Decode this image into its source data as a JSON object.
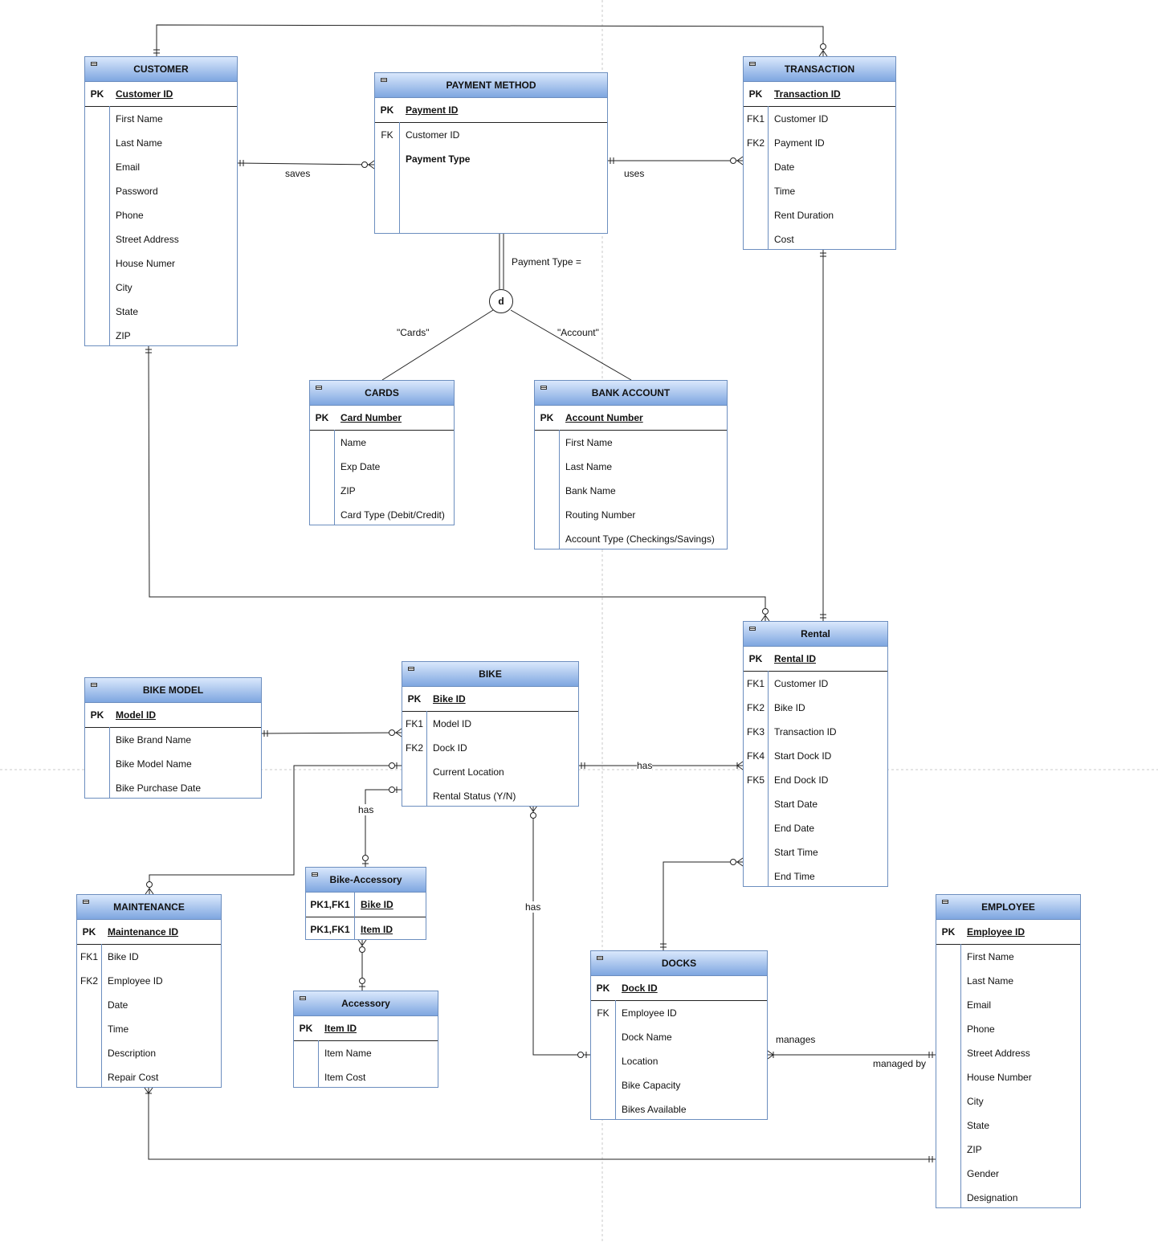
{
  "entities": {
    "customer": {
      "title": "CUSTOMER",
      "pk_label": "PK",
      "pk_name": "Customer ID",
      "attrs": [
        "First Name",
        "Last Name",
        "Email",
        "Password",
        "Phone",
        "Street Address",
        "House Numer",
        "City",
        "State",
        "ZIP"
      ]
    },
    "payment_method": {
      "title": "PAYMENT METHOD",
      "pk_label": "PK",
      "pk_name": "Payment ID",
      "fk_label": "FK",
      "fk_name": "Customer ID",
      "type_attr": "Payment Type"
    },
    "transaction": {
      "title": "TRANSACTION",
      "pk_label": "PK",
      "pk_name": "Transaction ID",
      "keys": [
        "FK1",
        "FK2",
        "",
        "",
        "",
        ""
      ],
      "attrs": [
        "Customer ID",
        "Payment ID",
        "Date",
        "Time",
        "Rent Duration",
        "Cost"
      ]
    },
    "cards": {
      "title": "CARDS",
      "pk_label": "PK",
      "pk_name": "Card Number",
      "attrs": [
        "Name",
        "Exp Date",
        "ZIP",
        "Card Type (Debit/Credit)"
      ]
    },
    "bank_account": {
      "title": "BANK ACCOUNT",
      "pk_label": "PK",
      "pk_name": "Account Number",
      "attrs": [
        "First Name",
        "Last Name",
        "Bank Name",
        "Routing Number",
        "Account Type (Checkings/Savings)"
      ]
    },
    "rental": {
      "title": "Rental",
      "pk_label": "PK",
      "pk_name": "Rental ID",
      "keys": [
        "FK1",
        "FK2",
        "FK3",
        "FK4",
        "FK5",
        "",
        "",
        "",
        ""
      ],
      "attrs": [
        "Customer ID",
        "Bike ID",
        "Transaction ID",
        "Start Dock ID",
        "End Dock ID",
        "Start Date",
        "End Date",
        "Start Time",
        "End Time"
      ]
    },
    "bike_model": {
      "title": "BIKE MODEL",
      "pk_label": "PK",
      "pk_name": "Model ID ",
      "attrs": [
        "Bike Brand Name",
        "Bike Model Name",
        "Bike Purchase Date"
      ]
    },
    "bike": {
      "title": "BIKE",
      "pk_label": "PK",
      "pk_name": "Bike ID ",
      "keys": [
        "FK1",
        "FK2",
        "",
        ""
      ],
      "attrs": [
        "Model ID",
        "Dock ID",
        "Current Location",
        "Rental Status (Y/N)"
      ]
    },
    "bike_accessory": {
      "title": "Bike-Accessory",
      "pk1_label": "PK1,FK1",
      "pk1_name": "Bike ID",
      "pk2_label": "PK1,FK1",
      "pk2_name": "Item ID"
    },
    "accessory": {
      "title": "Accessory",
      "pk_label": "PK",
      "pk_name": "Item ID ",
      "attrs": [
        "Item Name",
        "Item Cost"
      ]
    },
    "maintenance": {
      "title": "MAINTENANCE",
      "pk_label": "PK",
      "pk_name": "Maintenance ID ",
      "keys": [
        "FK1",
        "FK2",
        "",
        "",
        "",
        ""
      ],
      "attrs": [
        "Bike ID",
        "Employee ID",
        "Date",
        "Time",
        "Description",
        "Repair Cost"
      ]
    },
    "docks": {
      "title": "DOCKS",
      "pk_label": "PK",
      "pk_name": "Dock ID ",
      "keys": [
        "FK",
        "",
        "",
        "",
        ""
      ],
      "attrs": [
        "Employee ID",
        "Dock Name",
        "Location",
        "Bike Capacity",
        "Bikes Available"
      ]
    },
    "employee": {
      "title": "EMPLOYEE",
      "pk_label": "PK",
      "pk_name": "Employee ID",
      "attrs": [
        "First Name",
        "Last Name",
        "Email",
        "Phone",
        "Street Address",
        "House Number",
        "City",
        "State",
        "ZIP",
        "Gender",
        "Designation"
      ]
    }
  },
  "labels": {
    "saves": "saves",
    "uses": "uses",
    "payment_type": "Payment Type =",
    "d": "d",
    "cards_value": "\"Cards\"",
    "account_value": "\"Account\"",
    "bike_rental_has": "has",
    "bike_accessory_has": "has",
    "bike_docks_has": "has",
    "manages": "manages",
    "managed_by": "managed by"
  },
  "colors": {
    "entity_border": "#6c8ebf",
    "header_top": "#dae8fc",
    "header_bottom": "#7ea6e0",
    "line": "#222222"
  }
}
